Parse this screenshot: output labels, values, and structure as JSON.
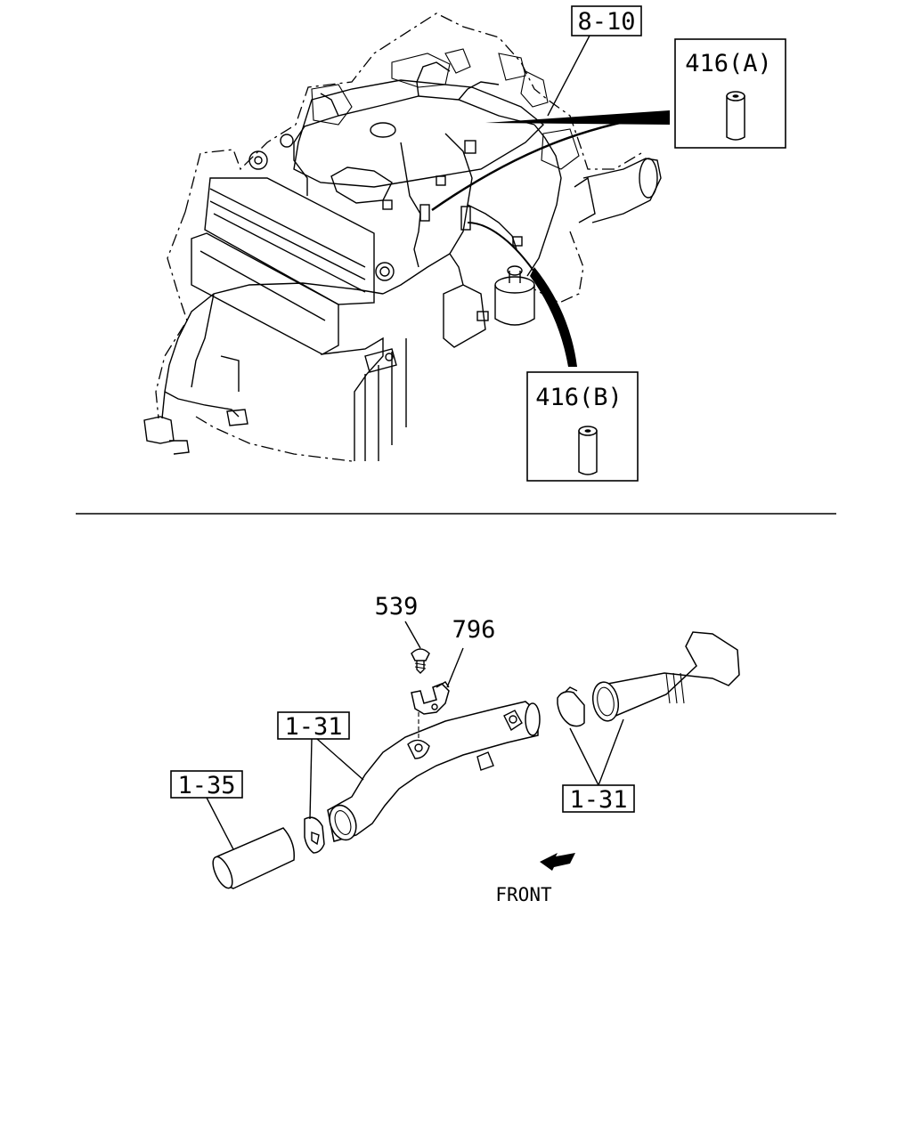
{
  "callouts": {
    "harness_ref": "8-10",
    "part_416a": "416(A)",
    "part_416b": "416(B)",
    "part_539": "539",
    "part_796": "796",
    "hose_ref_left": "1-31",
    "hose_ref_right": "1-31",
    "duct_ref": "1-35"
  },
  "direction": {
    "label": "FRONT"
  }
}
